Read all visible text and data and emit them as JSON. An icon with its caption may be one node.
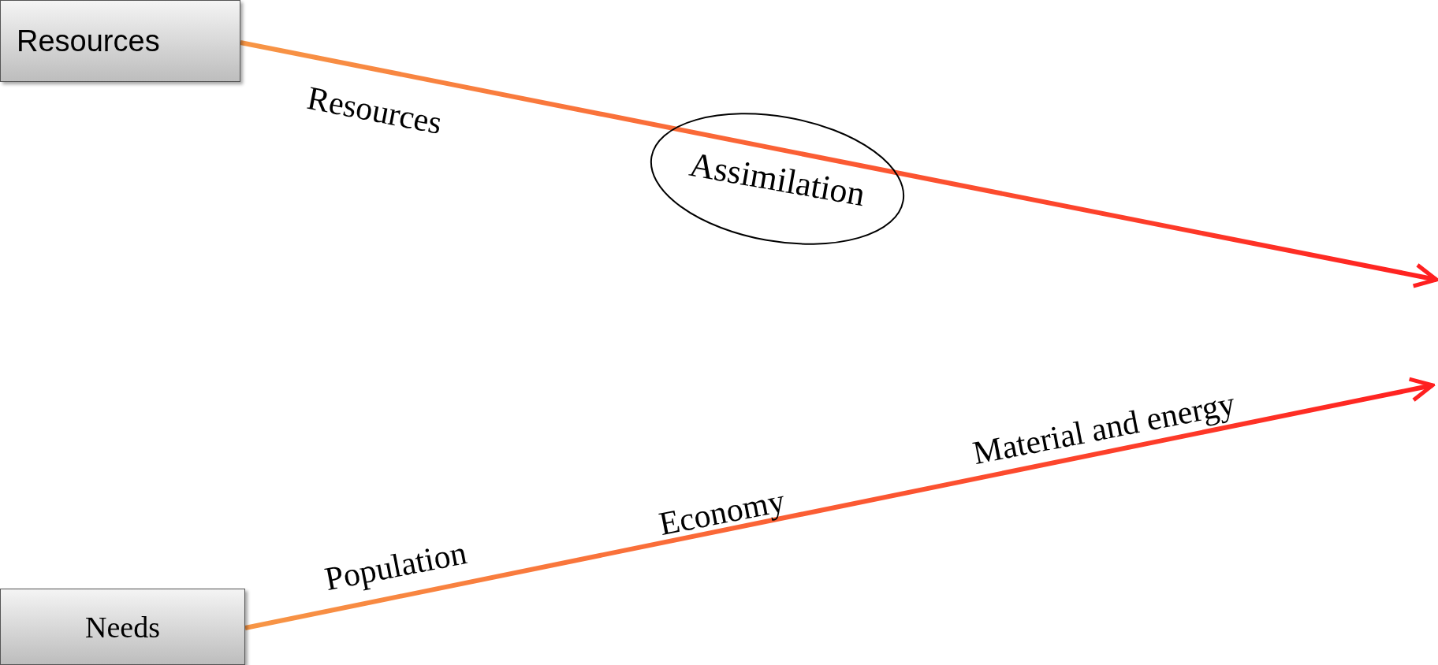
{
  "diagram": {
    "nodes": [
      {
        "text": [
          "Resources"
        ]
      },
      {
        "text": [
          "Assimilation"
        ]
      },
      {
        "text": [
          "Needs"
        ]
      }
    ],
    "edges": [
      {
        "from": 0,
        "to": null,
        "arrow": "to"
      },
      {
        "from": 2,
        "to": null,
        "arrow": "to"
      }
    ],
    "labels": [
      "Resources",
      "Population",
      "Economy",
      "Material and energy"
    ]
  }
}
